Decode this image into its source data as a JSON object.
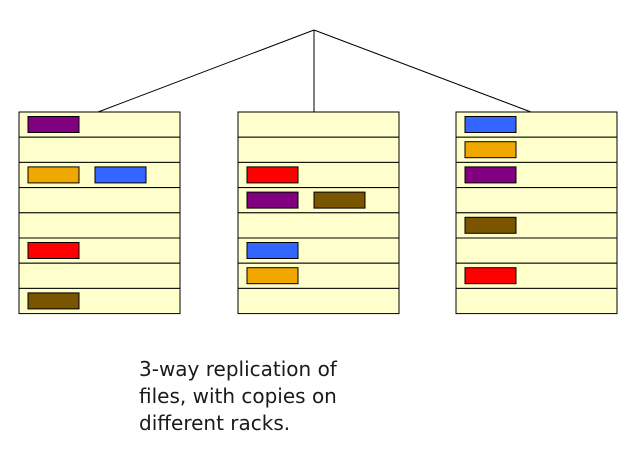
{
  "colors": {
    "background": "#ffffff",
    "slot_fill": "#ffffcc",
    "outline": "#000000",
    "block": {
      "purple": "#800080",
      "orange": "#f0a800",
      "blue": "#3366ff",
      "red": "#ff0000",
      "brown": "#7a5500"
    }
  },
  "racks": [
    {
      "slots": [
        [
          "purple"
        ],
        [],
        [
          "orange",
          "blue"
        ],
        [],
        [],
        [
          "red"
        ],
        [],
        [
          "brown"
        ]
      ]
    },
    {
      "slots": [
        [],
        [],
        [
          "red"
        ],
        [
          "purple",
          "brown"
        ],
        [],
        [
          "blue"
        ],
        [
          "orange"
        ],
        []
      ]
    },
    {
      "slots": [
        [
          "blue"
        ],
        [
          "orange"
        ],
        [
          "purple"
        ],
        [],
        [
          "brown"
        ],
        [],
        [
          "red"
        ],
        []
      ]
    }
  ],
  "caption": {
    "lines": [
      "3-way replication of",
      "files, with copies on",
      "different racks."
    ]
  }
}
